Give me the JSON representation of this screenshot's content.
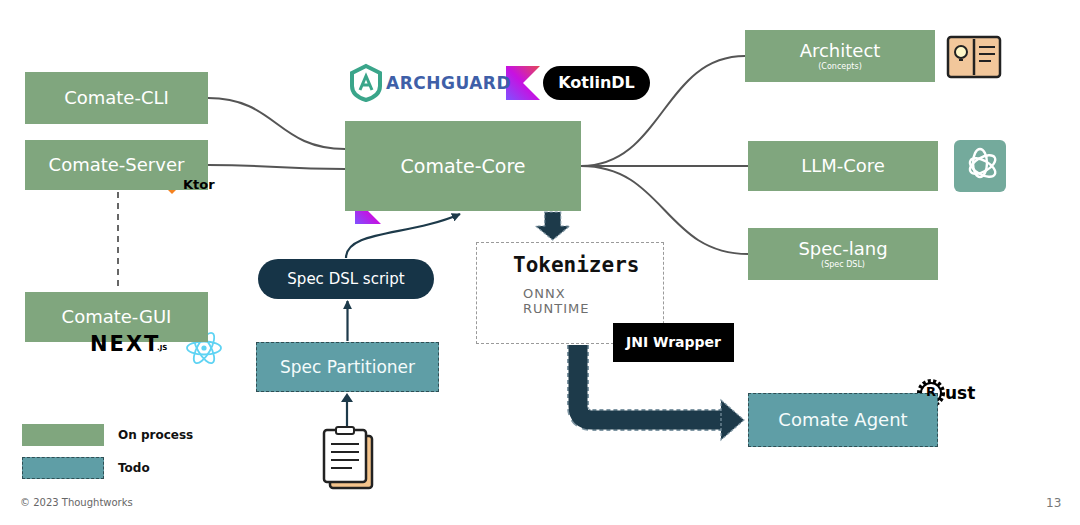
{
  "diagram": {
    "nodes": [
      {
        "text": [
          "Comate-CLI"
        ]
      },
      {
        "text": [
          "Comate-Server"
        ]
      },
      {
        "text": [
          "Comate-GUI"
        ]
      },
      {
        "text": [
          "KotlinDL"
        ]
      },
      {
        "text": [
          "Comate-Core"
        ]
      },
      {
        "text": [
          "Spec DSL script"
        ]
      },
      {
        "text": [
          "Spec Partitioner"
        ]
      },
      {
        "text": [
          "Tokenizers",
          "ONNX RUNTIME"
        ]
      },
      {
        "text": [
          "JNI Wrapper"
        ]
      },
      {
        "text": [
          "Architect",
          "(Concepts)"
        ]
      },
      {
        "text": [
          "LLM-Core"
        ]
      },
      {
        "text": [
          "Spec-lang",
          "(Spec DSL)"
        ]
      },
      {
        "text": [
          "Comate Agent"
        ]
      }
    ],
    "edges": [
      {
        "from": 0,
        "to": 4,
        "arrow": "none"
      },
      {
        "from": 1,
        "to": 4,
        "arrow": "none"
      },
      {
        "from": 1,
        "to": 2,
        "arrow": "none"
      },
      {
        "from": 4,
        "to": 9,
        "arrow": "none"
      },
      {
        "from": 4,
        "to": 10,
        "arrow": "none"
      },
      {
        "from": 4,
        "to": 11,
        "arrow": "none"
      },
      {
        "from": 5,
        "to": 4,
        "arrow": "to"
      },
      {
        "from": 6,
        "to": 5,
        "arrow": "to"
      },
      {
        "from": 4,
        "to": 7,
        "arrow": "to"
      },
      {
        "from": 7,
        "to": 12,
        "arrow": "to"
      }
    ],
    "labels": [
      "ARCHGUARD",
      "Ktor",
      "NEXT",
      ".JS",
      "R",
      "ust",
      "© 2023 Thoughtworks",
      "13"
    ],
    "legend": [
      {
        "text": "On process",
        "color": "#80a67e"
      },
      {
        "text": "Todo",
        "color": "#5f9ea6"
      }
    ]
  }
}
